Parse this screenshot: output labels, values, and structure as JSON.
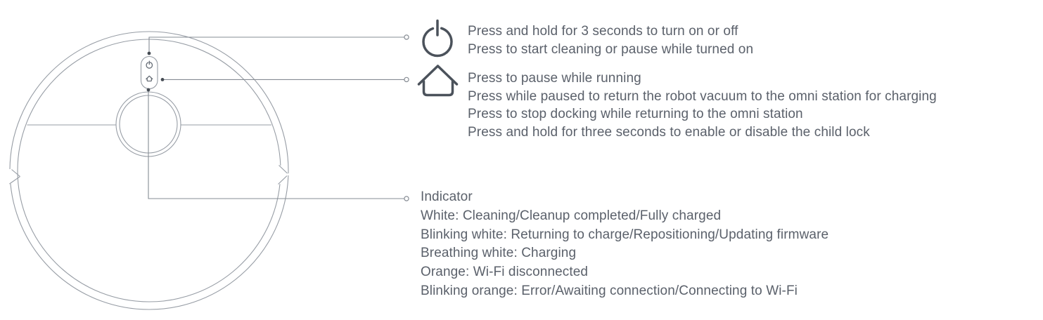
{
  "legend": {
    "power": {
      "icon": "power-icon",
      "lines": [
        "Press and hold for 3 seconds to turn on or off",
        "Press to start cleaning or pause while turned on"
      ]
    },
    "home": {
      "icon": "home-icon",
      "lines": [
        "Press to pause while running",
        "Press while paused to return the robot vacuum to the omni station for charging",
        "Press to stop docking while returning to the omni station",
        "Press and hold for three seconds to enable or disable the child lock"
      ]
    },
    "indicator": {
      "title": "Indicator",
      "lines": [
        "White: Cleaning/Cleanup completed/Fully charged",
        "Blinking white: Returning to charge/Repositioning/Updating firmware",
        "Breathing white: Charging",
        "Orange: Wi-Fi disconnected",
        "Blinking orange: Error/Awaiting connection/Connecting to Wi-Fi"
      ]
    }
  },
  "diagram": {
    "subject": "robot vacuum top view",
    "colors": {
      "line_art": "#979da5",
      "callout": "#868c94",
      "icon": "#4b525b",
      "text": "#5b616b",
      "dot": "#454b53"
    }
  }
}
